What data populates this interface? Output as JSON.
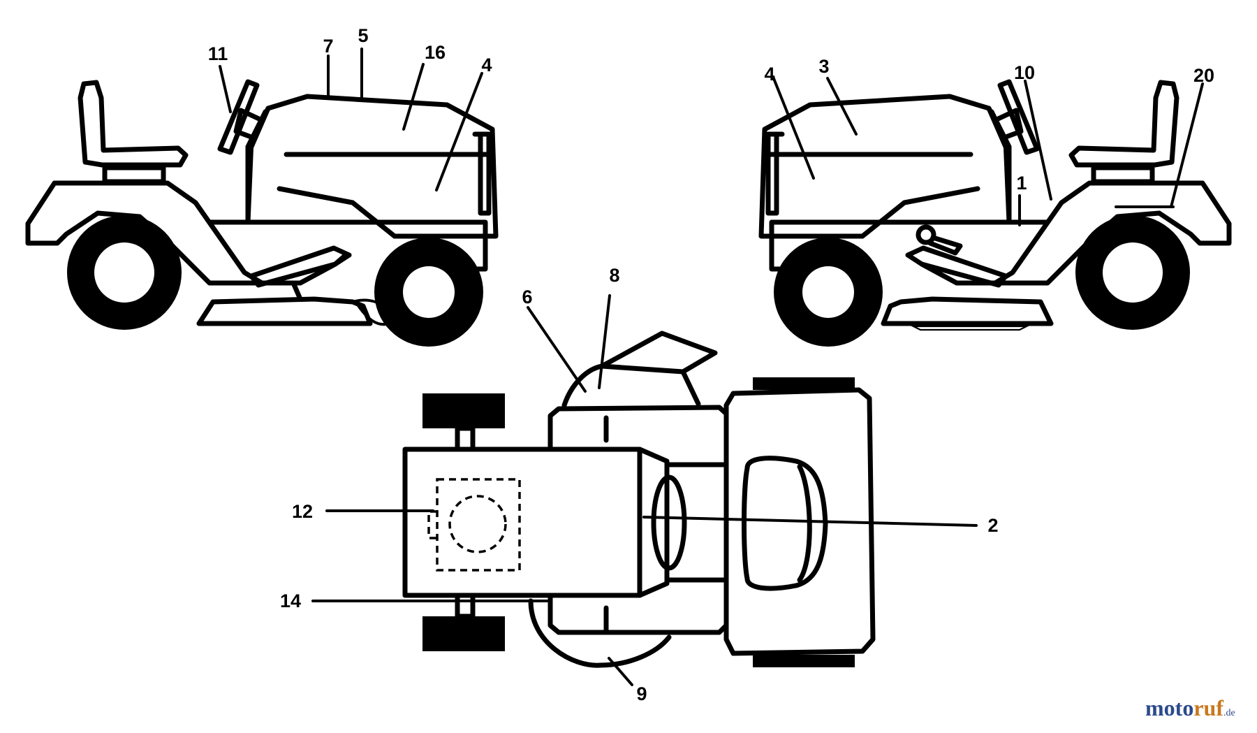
{
  "callouts": [
    "1",
    "2",
    "3",
    "4",
    "4",
    "5",
    "6",
    "7",
    "8",
    "9",
    "10",
    "11",
    "12",
    "14",
    "16",
    "20"
  ],
  "watermark": {
    "part1": "moto",
    "part2": "ruf",
    "tld": ".de",
    "color1": "#2b4a8c",
    "color2": "#c8781e"
  }
}
